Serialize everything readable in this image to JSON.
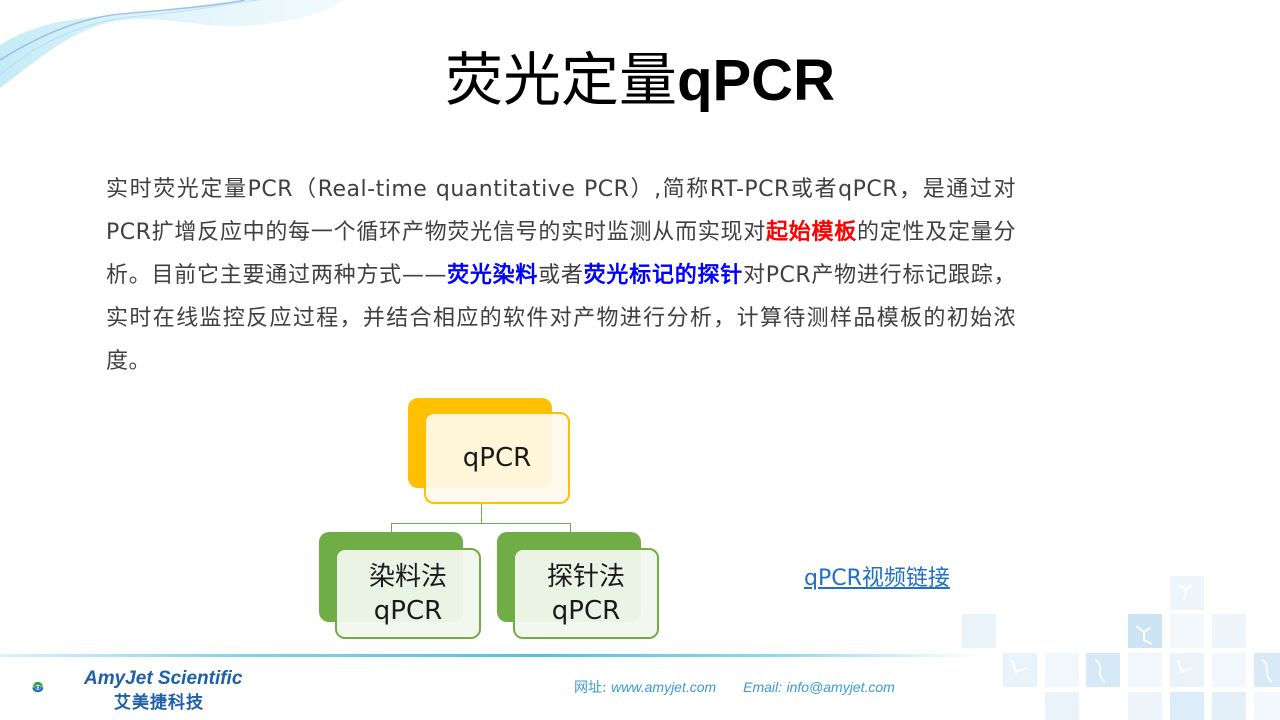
{
  "slide": {
    "title_cn": "荧光定量",
    "title_latin": "qPCR",
    "paragraph": [
      {
        "text": "实时荧光定量PCR（Real-time quantitative PCR）,简称RT-PCR或者qPCR，是通过对PCR扩增反应中的每一个循环产物荧光信号的实时监测从而实现对",
        "style": "normal"
      },
      {
        "text": "起始模板",
        "style": "red-bold"
      },
      {
        "text": "的定性及定量分析。目前它主要通过两种方式——",
        "style": "normal"
      },
      {
        "text": "荧光染料",
        "style": "blue-bold"
      },
      {
        "text": "或者",
        "style": "normal"
      },
      {
        "text": "荧光标记的探针",
        "style": "blue-bold"
      },
      {
        "text": "对PCR产物进行标记跟踪，实时在线监控反应过程，并结合相应的软件对产物进行分析，计算待测样品模板的初始浓度。",
        "style": "normal"
      }
    ],
    "diagram": {
      "root": {
        "label": "qPCR",
        "color": "#ffc000"
      },
      "children": [
        {
          "line1": "染料法",
          "line2": "qPCR",
          "color": "#70ad47"
        },
        {
          "line1": "探针法",
          "line2": "qPCR",
          "color": "#70ad47"
        }
      ]
    },
    "video_link": "qPCR视频链接"
  },
  "footer": {
    "logo_en": "AmyJet Scientific",
    "logo_cn": "艾美捷科技",
    "website_label": "网址:",
    "website": "www.amyjet.com",
    "email_label": "Email:",
    "email": "info@amyjet.com"
  },
  "colors": {
    "text": "#404040",
    "highlight_red": "#ff0000",
    "highlight_blue": "#0000ff",
    "link": "#1f6fc4",
    "accent_cyan": "#4fc3e6",
    "logo_blue": "#1f5fa8",
    "logo_green": "#3aa63a"
  }
}
